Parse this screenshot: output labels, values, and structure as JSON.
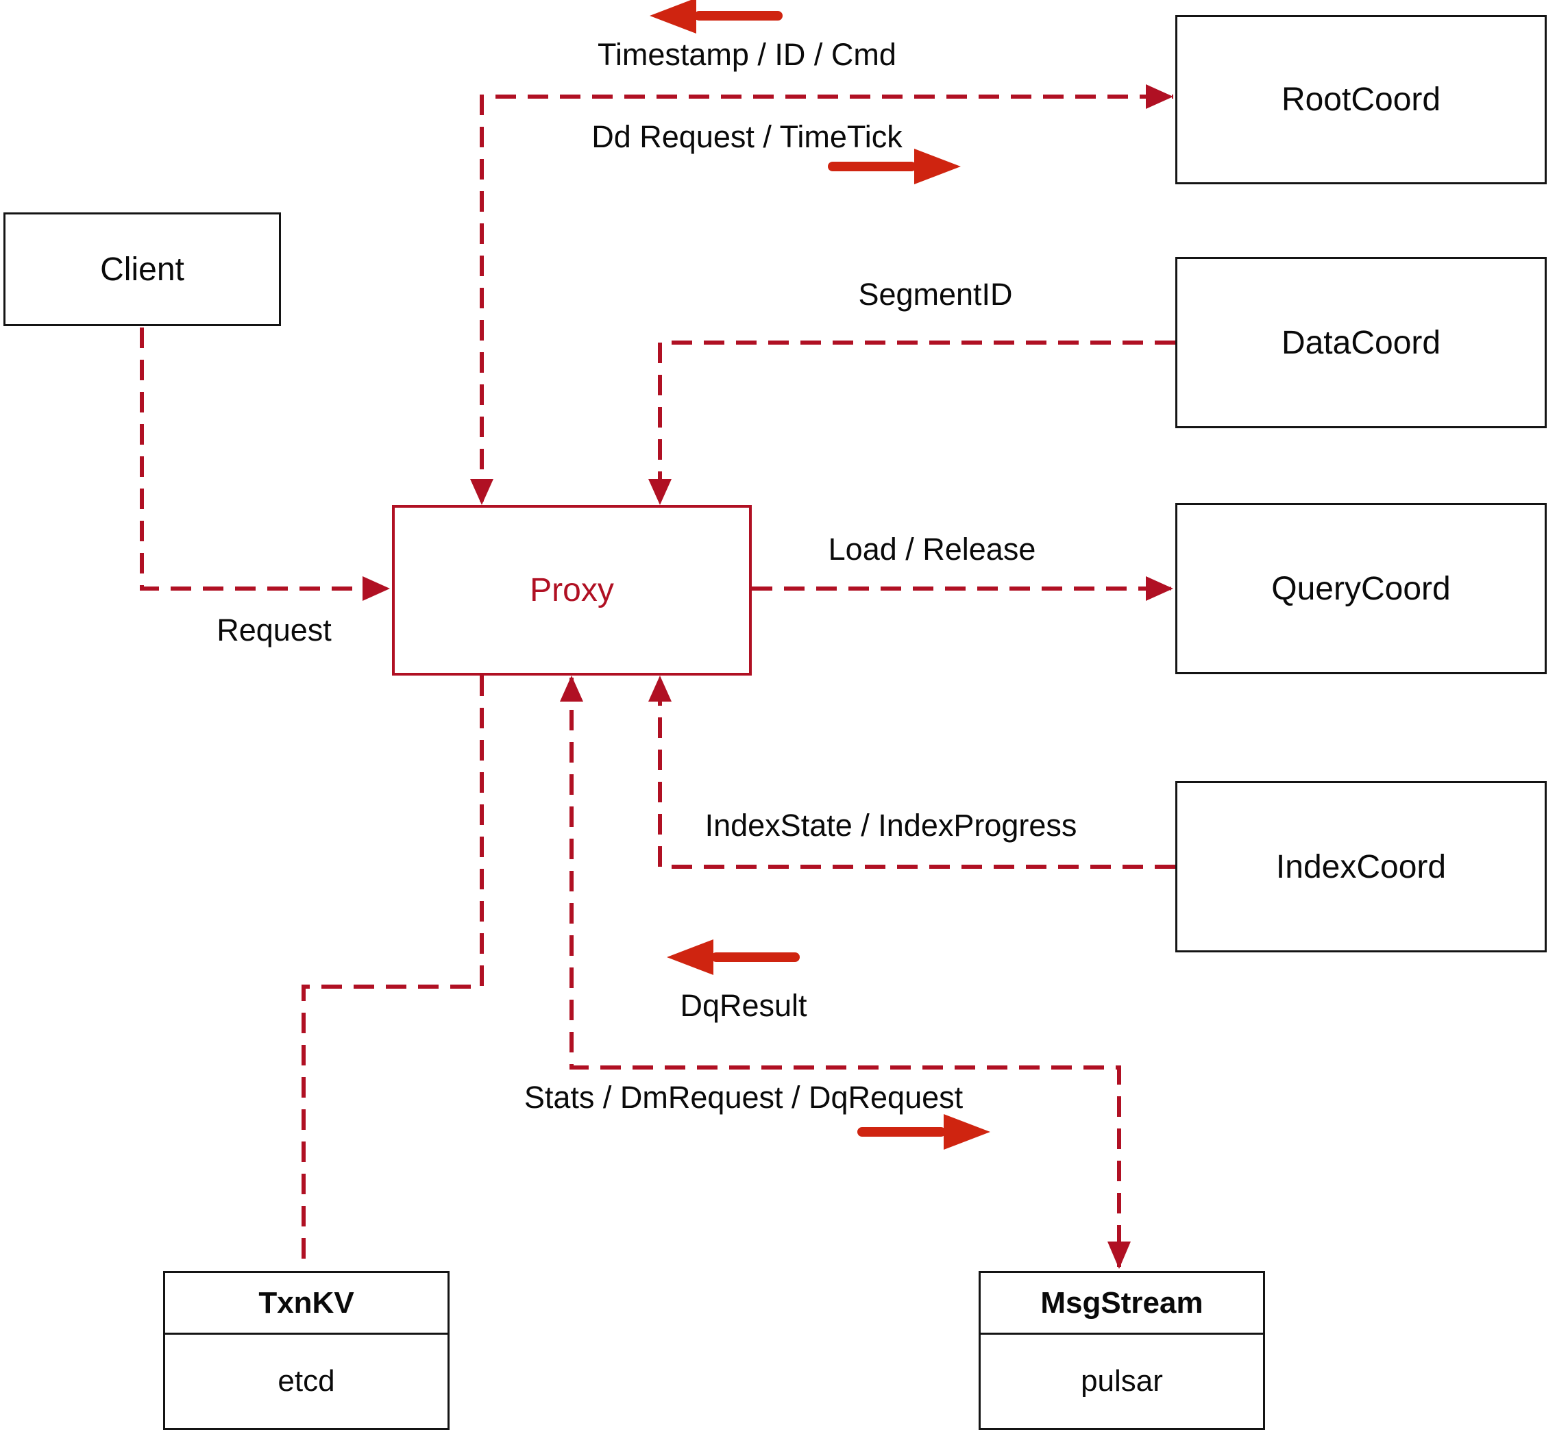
{
  "title": "Proxy communication diagram",
  "colors": {
    "line": "#b01023",
    "arrow": "#cf2410",
    "box_border": "#141414",
    "text": "#0a0a0a",
    "bg": "#ffffff"
  },
  "nodes": {
    "client": {
      "label": "Client"
    },
    "proxy": {
      "label": "Proxy"
    },
    "rootcoord": {
      "label": "RootCoord"
    },
    "datacoord": {
      "label": "DataCoord"
    },
    "querycoord": {
      "label": "QueryCoord"
    },
    "indexcoord": {
      "label": "IndexCoord"
    },
    "txnkv": {
      "title": "TxnKV",
      "subtitle": "etcd"
    },
    "msgstream": {
      "title": "MsgStream",
      "subtitle": "pulsar"
    }
  },
  "edge_labels": {
    "timestamp_id_cmd": "Timestamp / ID / Cmd",
    "dd_request_timetick": "Dd Request / TimeTick",
    "segment_id": "SegmentID",
    "load_release": "Load / Release",
    "index_state_progress": "IndexState / IndexProgress",
    "request": "Request",
    "dq_result": "DqResult",
    "stats_dm_dq": "Stats / DmRequest / DqRequest"
  },
  "icons": {
    "flow_left_arrow_top": "left-arrow",
    "flow_right_arrow_top": "right-arrow",
    "flow_left_arrow_bottom": "left-arrow",
    "flow_right_arrow_bottom": "right-arrow"
  }
}
